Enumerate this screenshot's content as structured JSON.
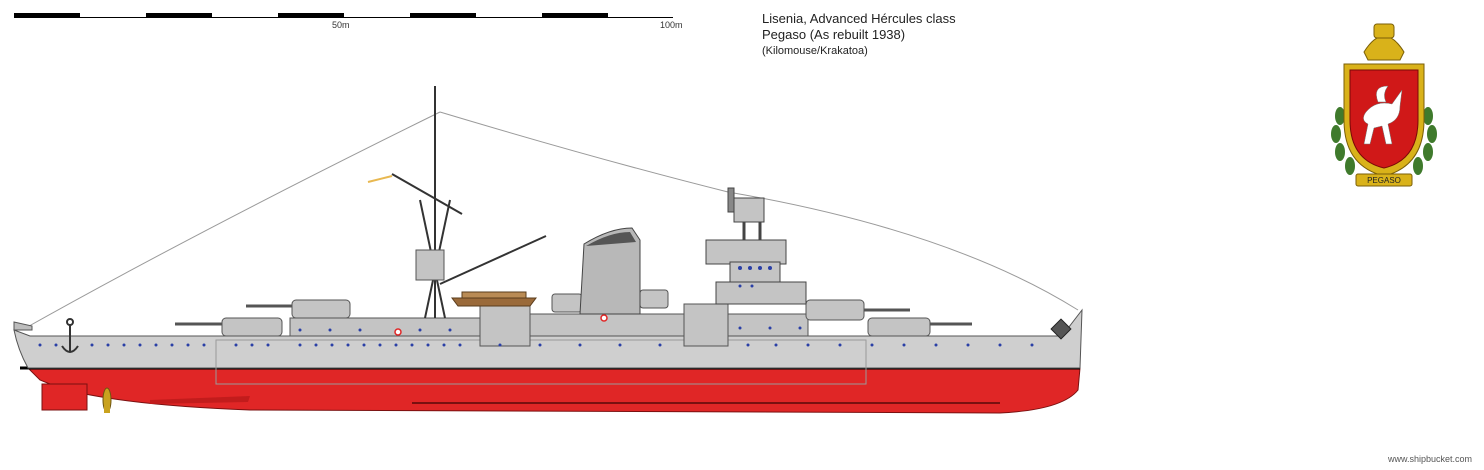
{
  "scale_bar": {
    "label_mid": "50m",
    "label_end": "100m"
  },
  "title": {
    "line1": "Lisenia, Advanced Hércules class",
    "line2": "Pegaso (As rebuilt 1938)",
    "credit": "(Kilomouse/Krakatoa)"
  },
  "crest": {
    "motto": "PEGASO"
  },
  "watermark": "www.shipbucket.com",
  "colors": {
    "hull_grey": "#cfcfcf",
    "hull_red": "#e02626",
    "superstructure_grey": "#c4c4c4",
    "dark_grey": "#7a7a7a",
    "porthole_blue": "#2a3fa6",
    "crest_red": "#d01818",
    "crest_gold": "#d9b21a",
    "laurel_green": "#3f7a2c",
    "boat_brown": "#9a6a3a"
  }
}
